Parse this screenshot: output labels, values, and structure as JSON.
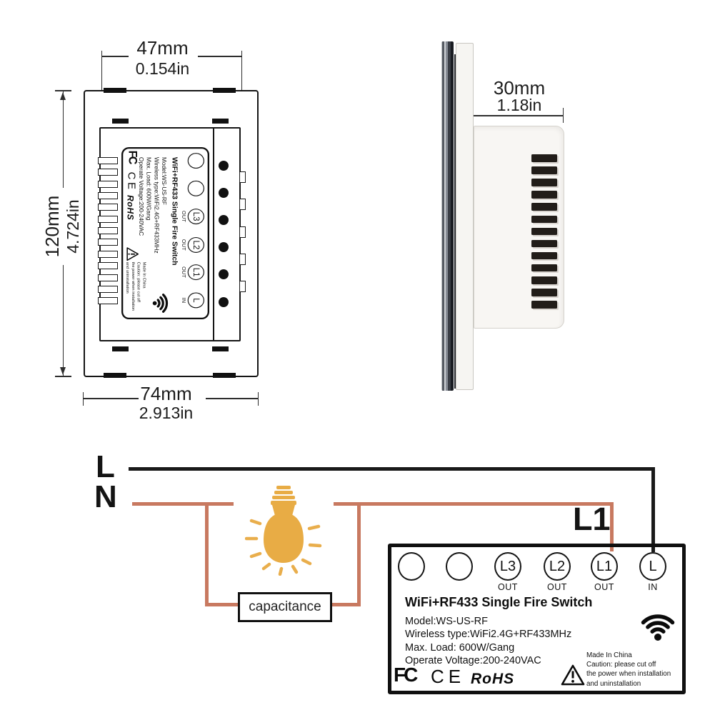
{
  "front_view": {
    "dim_top": {
      "mm": "47mm",
      "inch": "0.154in"
    },
    "dim_left": {
      "mm": "120mm",
      "inch": "4.724in"
    },
    "dim_bottom": {
      "mm": "74mm",
      "inch": "2.913in"
    }
  },
  "side_view": {
    "dim_depth": {
      "mm": "30mm",
      "inch": "1.18in"
    }
  },
  "wiring": {
    "live_label": "L",
    "neutral_label": "N",
    "branch_label": "L1",
    "capacitor_label": "capacitance"
  },
  "panel": {
    "terminals": [
      {
        "label": "",
        "sub": ""
      },
      {
        "label": "",
        "sub": ""
      },
      {
        "label": "L3",
        "sub": "OUT"
      },
      {
        "label": "L2",
        "sub": "OUT"
      },
      {
        "label": "L1",
        "sub": "OUT"
      },
      {
        "label": "L",
        "sub": "IN"
      }
    ],
    "title": "WiFi+RF433 Single Fire Switch",
    "specs": [
      "Model:WS-US-RF",
      "Wireless type:WiFi2.4G+RF433MHz",
      "Max. Load: 600W/Gang",
      "Operate Voltage:200-240VAC"
    ],
    "cert_fcc": "FC",
    "cert_ce": "CE",
    "cert_rohs": "RoHS",
    "caution_lines": [
      "Made In China",
      "Caution: please cut off",
      "the power when installation",
      "and uninstallation"
    ],
    "icons": {
      "wifi": "wifi-icon",
      "warning": "warning-triangle-icon"
    }
  },
  "colors": {
    "wire_live": "#1a1a1a",
    "wire_load": "#c87960",
    "bulb": "#e8ac45",
    "ink": "#161616"
  }
}
